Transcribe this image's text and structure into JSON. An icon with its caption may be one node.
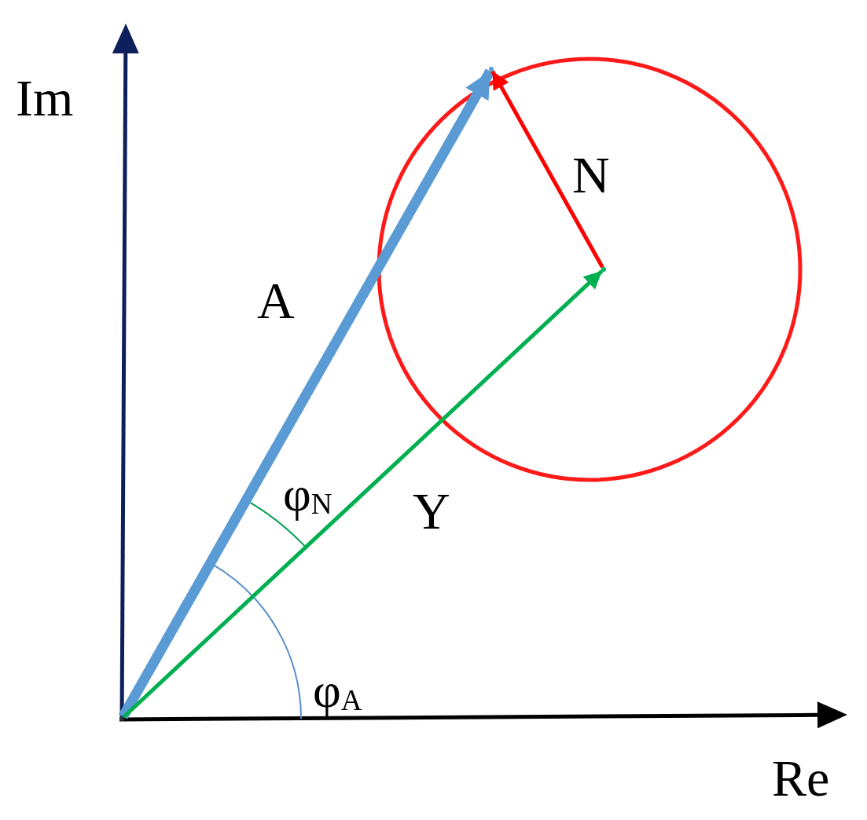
{
  "diagram": {
    "nodes": [
      {
        "text": [],
        "shape": "point"
      },
      {
        "text": [],
        "shape": "point"
      },
      {
        "text": [],
        "shape": "point"
      }
    ],
    "edges": [
      {
        "from": 0,
        "to": 1,
        "arrow": "to",
        "label": "A",
        "style": "thick",
        "color": "#5b9bd5"
      },
      {
        "from": 0,
        "to": 2,
        "arrow": "to",
        "label": "Y",
        "color": "#00b050"
      },
      {
        "from": 2,
        "to": 1,
        "arrow": "to",
        "label": "N",
        "color": "#ff0000"
      }
    ],
    "labels": [
      "Im",
      "Re",
      "φ$_{N}$",
      "φ$_{A}$"
    ]
  }
}
